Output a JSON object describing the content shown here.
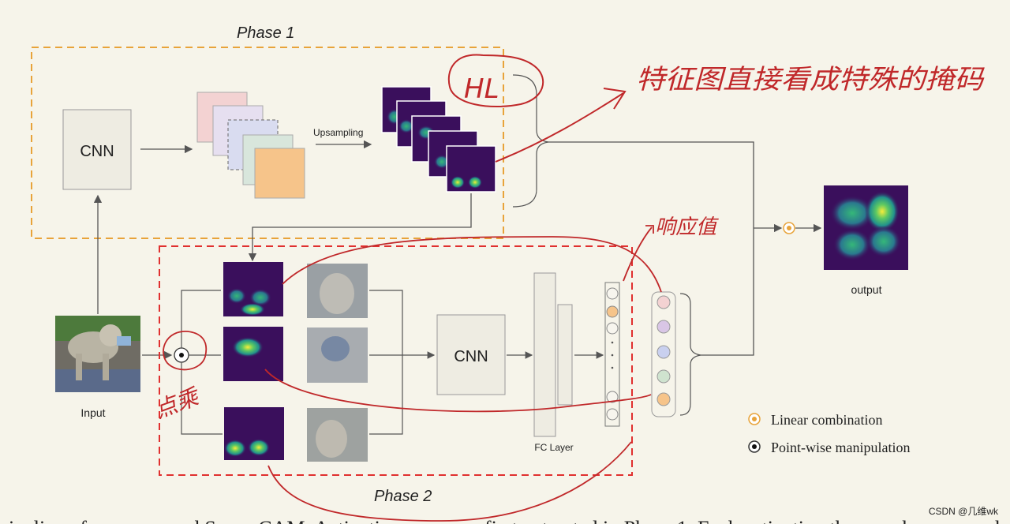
{
  "diagram": {
    "phase1_title": "Phase 1",
    "phase2_title": "Phase 2",
    "cnn_label_top": "CNN",
    "cnn_label_mid": "CNN",
    "upsampling_label": "Upsampling",
    "input_label": "Input",
    "fc_label": "FC Layer",
    "output_label": "output",
    "legend": {
      "linear": "Linear combination",
      "pointwise": "Point-wise manipulation"
    },
    "caption_fragment": "pipeline of our proposed Score-CAM. Activation maps are first extracted in Phase 1. Each activation then works as a mask",
    "watermark": "CSDN @几维wk",
    "colors": {
      "phase1_border": "#e8a33a",
      "phase2_border": "#e0302f",
      "annotation": "#c0282a",
      "heatmap_bg": "#3a0f5c",
      "node_orange": "#f6c48a",
      "node_purple": "#d9c6e6",
      "node_blue": "#c9d0ef",
      "node_green": "#cfe3cf",
      "node_pink": "#f3d2d2"
    }
  },
  "annotations": {
    "hl": "HL",
    "mask_note": "特征图直接看成特殊的掩码",
    "response_value": "响应值",
    "dot_multiply": "点乘"
  }
}
